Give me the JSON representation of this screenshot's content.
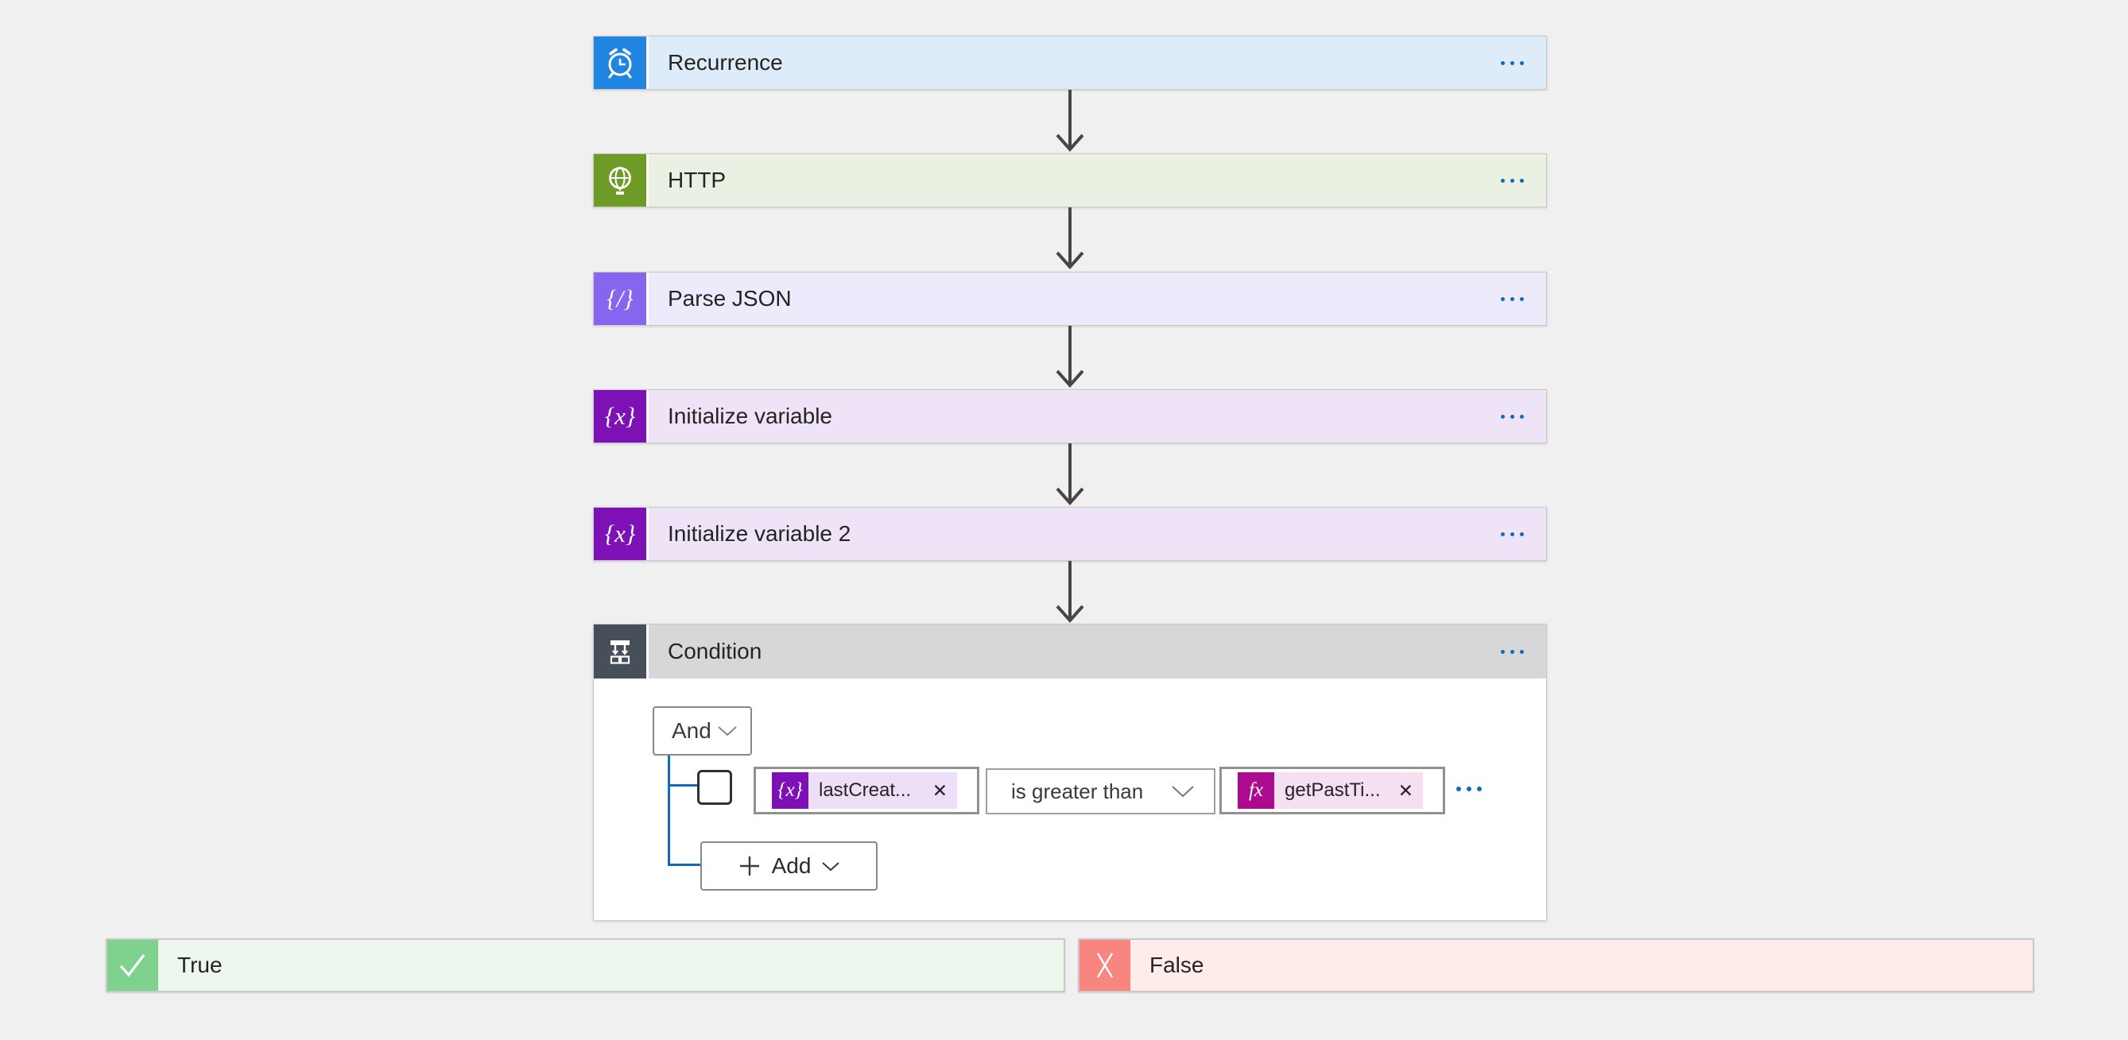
{
  "steps": [
    {
      "title": "Recurrence",
      "icon": "alarm-clock",
      "icon_bg": "#1f85e0",
      "bg": "#deebf8"
    },
    {
      "title": "HTTP",
      "icon": "globe",
      "icon_bg": "#6e9b25",
      "bg": "#ebf1e2"
    },
    {
      "title": "Parse JSON",
      "icon_glyph": "{/}",
      "icon_bg": "#8766ef",
      "bg": "#eceafb"
    },
    {
      "title": "Initialize variable",
      "icon_glyph": "{x}",
      "icon_bg": "#7e11b5",
      "bg": "#efe3f7"
    },
    {
      "title": "Initialize variable 2",
      "icon_glyph": "{x}",
      "icon_bg": "#7e11b5",
      "bg": "#efe3f7"
    }
  ],
  "condition": {
    "title": "Condition",
    "icon_bg": "#474f5a",
    "header_bg": "#d6d7d9",
    "join_operator": "And",
    "row": {
      "left_token": {
        "glyph": "{x}",
        "label": "lastCreat...",
        "remove_label": "✕",
        "icon_bg": "#7e11b5",
        "pill_bg": "#ecdff7"
      },
      "operator": "is greater than",
      "right_token": {
        "glyph": "fx",
        "label": "getPastTi...",
        "remove_label": "✕",
        "icon_bg": "#ad0b8f",
        "pill_bg": "#f5e0f1"
      }
    },
    "add_label": "Add"
  },
  "branches": {
    "true": {
      "label": "True",
      "icon_bg": "#7fd28e",
      "bg": "#edf7ee"
    },
    "false": {
      "label": "False",
      "icon_bg": "#f9867e",
      "bg": "#fdecea"
    }
  },
  "colors": {
    "page_background": "#f0f0f0",
    "accent_blue": "#0f6cbd",
    "connector_arrow": "#484644",
    "card_border": "#c9c9c9"
  }
}
